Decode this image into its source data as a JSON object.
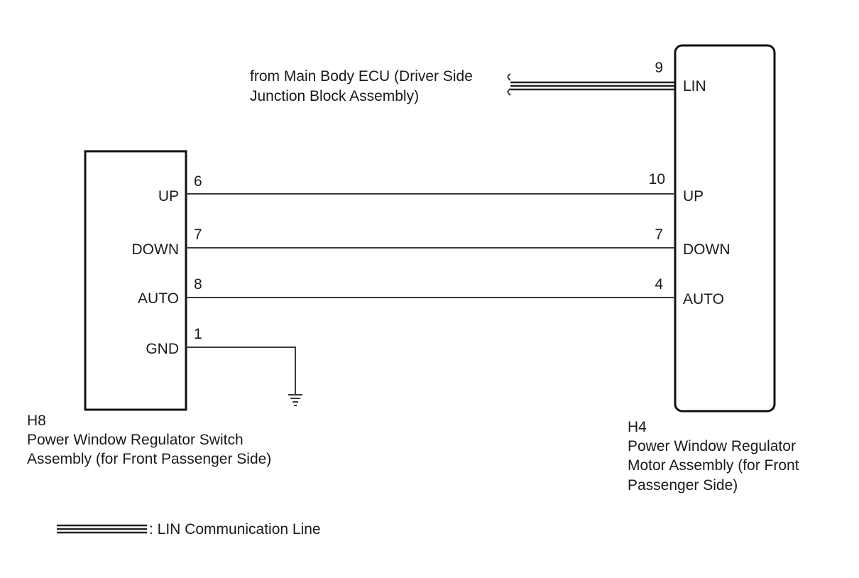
{
  "source": {
    "line1": "from Main Body ECU (Driver Side",
    "line2": "Junction Block Assembly)"
  },
  "switch": {
    "code": "H8",
    "name_line1": "Power Window Regulator Switch",
    "name_line2": "Assembly (for Front Passenger Side)",
    "terminals": [
      {
        "label": "UP",
        "pin": "6"
      },
      {
        "label": "DOWN",
        "pin": "7"
      },
      {
        "label": "AUTO",
        "pin": "8"
      },
      {
        "label": "GND",
        "pin": "1"
      }
    ]
  },
  "motor": {
    "code": "H4",
    "name_line1": "Power Window Regulator",
    "name_line2": "Motor Assembly (for Front",
    "name_line3": "Passenger Side)",
    "terminals": [
      {
        "label": "LIN",
        "pin": "9"
      },
      {
        "label": "UP",
        "pin": "10"
      },
      {
        "label": "DOWN",
        "pin": "7"
      },
      {
        "label": "AUTO",
        "pin": "4"
      }
    ]
  },
  "legend": {
    "text": ": LIN Communication Line"
  },
  "colors": {
    "wire": "#3a3a3a",
    "outline": "#111111",
    "text": "#1a1a1a"
  }
}
